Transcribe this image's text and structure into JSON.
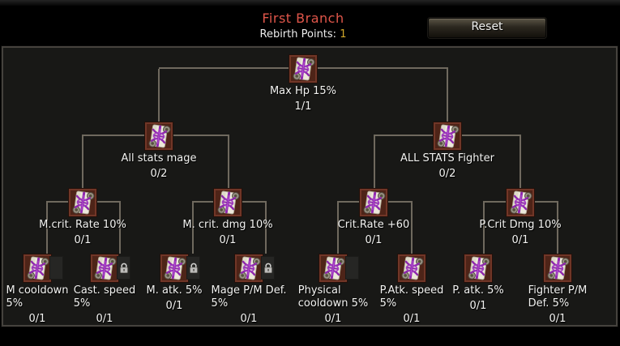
{
  "header": {
    "title": "First Branch",
    "rebirth_points_label": "Rebirth Points:",
    "rebirth_points_value": "1",
    "reset_label": "Reset"
  },
  "colors": {
    "title_red": "#e0564a",
    "points_yellow": "#d2a82a",
    "panel_bg": "#181816",
    "panel_border": "#45423d",
    "connector": "#6f695e",
    "icon_frame": "#6e3526",
    "rune_purple": "#9a2cb8",
    "button_text": "#f0f0ee"
  },
  "tree": {
    "nodes": [
      {
        "id": "max-hp",
        "label": "Max Hp 15%",
        "points": "1/1",
        "slot": false,
        "locked": false
      },
      {
        "id": "all-stats-mage",
        "label": "All stats mage",
        "points": "0/2",
        "slot": false,
        "locked": false
      },
      {
        "id": "all-stats-fighter",
        "label": "ALL STATS Fighter",
        "points": "0/2",
        "slot": false,
        "locked": false
      },
      {
        "id": "m-crit-rate",
        "label": "M.crit. Rate 10%",
        "points": "0/1",
        "slot": false,
        "locked": false
      },
      {
        "id": "m-crit-dmg",
        "label": "M. crit. dmg 10%",
        "points": "0/1",
        "slot": false,
        "locked": false
      },
      {
        "id": "crit-rate",
        "label": "Crit.Rate +60",
        "points": "0/1",
        "slot": false,
        "locked": false
      },
      {
        "id": "p-crit-dmg",
        "label": "P.Crit Dmg 10%",
        "points": "0/1",
        "slot": false,
        "locked": false
      },
      {
        "id": "m-cooldown",
        "label": "M cooldown\n5%",
        "points": "0/1",
        "slot": true,
        "locked": false
      },
      {
        "id": "cast-speed",
        "label": "Cast. speed\n5%",
        "points": "0/1",
        "slot": true,
        "locked": true
      },
      {
        "id": "m-atk",
        "label": "M. atk. 5%",
        "points": "0/1",
        "slot": true,
        "locked": true
      },
      {
        "id": "mage-pm-def",
        "label": "Mage P/M Def.\n5%",
        "points": "0/1",
        "slot": true,
        "locked": true
      },
      {
        "id": "physical-cooldown",
        "label": "Physical\ncooldown 5%",
        "points": "0/1",
        "slot": true,
        "locked": false
      },
      {
        "id": "p-atk-speed",
        "label": "P.Atk. speed\n5%",
        "points": "0/1",
        "slot": false,
        "locked": false
      },
      {
        "id": "p-atk",
        "label": "P. atk. 5%",
        "points": "0/1",
        "slot": false,
        "locked": false
      },
      {
        "id": "fighter-pm-def",
        "label": "Fighter P/M\nDef. 5%",
        "points": "0/1",
        "slot": false,
        "locked": false
      }
    ]
  }
}
